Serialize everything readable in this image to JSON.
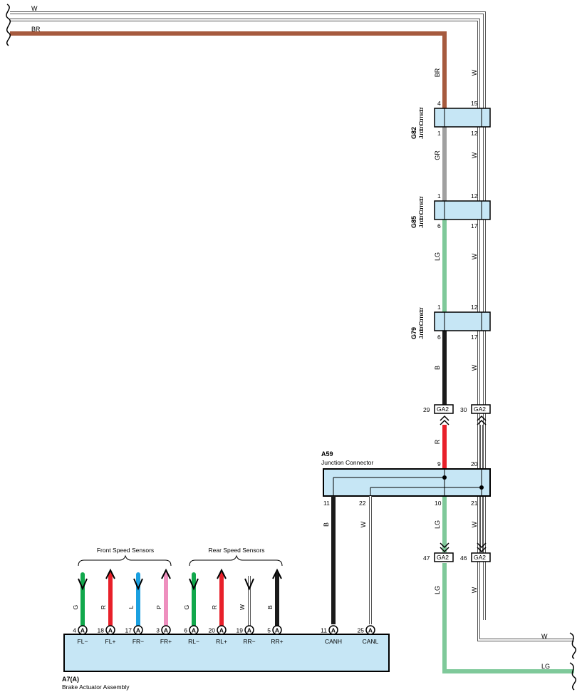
{
  "colors": {
    "BR": "#a65a3e",
    "W": "#ffffff",
    "GR": "#a0a0a0",
    "LG": "#7fc99a",
    "B": "#1a1a1a",
    "R": "#e8202a",
    "G": "#11a84c",
    "L": "#1aa0e0",
    "P": "#ee8fbe",
    "connector_fill": "#c6e6f5"
  },
  "top_wires": {
    "w_label": "W",
    "br_label": "BR"
  },
  "right_wires": {
    "w_label": "W",
    "lg_label": "LG"
  },
  "connectors": {
    "g82": {
      "id": "G82",
      "name": "Junction Connector",
      "pin_top_left": "4",
      "pin_top_right": "15",
      "pin_bottom_left": "1",
      "pin_bottom_right": "12"
    },
    "g85": {
      "id": "G85",
      "name": "Junction Connector",
      "pin_top_left": "1",
      "pin_top_right": "12",
      "pin_bottom_left": "6",
      "pin_bottom_right": "17"
    },
    "g79": {
      "id": "G79",
      "name": "Junction Connector",
      "pin_top_left": "1",
      "pin_top_right": "12",
      "pin_bottom_left": "6",
      "pin_bottom_right": "17"
    },
    "a59": {
      "id": "A59",
      "name": "Junction Connector",
      "pin_top_left": "9",
      "pin_top_right": "20",
      "pin_bottom_1": "11",
      "pin_bottom_2": "22",
      "pin_bottom_3": "10",
      "pin_bottom_4": "21"
    }
  },
  "wire_labels": {
    "seg1_left": "BR",
    "seg1_right": "W",
    "seg2_left": "GR",
    "seg2_right": "W",
    "seg3_left": "LG",
    "seg3_right": "W",
    "seg4_left": "B",
    "seg4_right": "W",
    "seg5_left": "R",
    "canh": "B",
    "canl": "W",
    "seg6_left": "LG",
    "seg6_right": "W",
    "seg7_left": "LG",
    "seg7_right": "W"
  },
  "ga2_upper": {
    "left_pin": "29",
    "right_pin": "30",
    "code": "GA2"
  },
  "ga2_lower": {
    "left_pin": "47",
    "right_pin": "46",
    "code": "GA2"
  },
  "groups": {
    "front": "Front Speed Sensors",
    "rear": "Rear Speed Sensors"
  },
  "actuator": {
    "id": "A7(A)",
    "name": "Brake Actuator Assembly",
    "terminal_code": "A",
    "terminals": [
      {
        "pin": "4",
        "label": "FL−",
        "wire": "G"
      },
      {
        "pin": "18",
        "label": "FL+",
        "wire": "R"
      },
      {
        "pin": "17",
        "label": "FR−",
        "wire": "L"
      },
      {
        "pin": "3",
        "label": "FR+",
        "wire": "P"
      },
      {
        "pin": "6",
        "label": "RL−",
        "wire": "G"
      },
      {
        "pin": "20",
        "label": "RL+",
        "wire": "R"
      },
      {
        "pin": "19",
        "label": "RR−",
        "wire": "W"
      },
      {
        "pin": "5",
        "label": "RR+",
        "wire": "B"
      },
      {
        "pin": "11",
        "label": "CANH",
        "wire": ""
      },
      {
        "pin": "25",
        "label": "CANL",
        "wire": ""
      }
    ]
  }
}
